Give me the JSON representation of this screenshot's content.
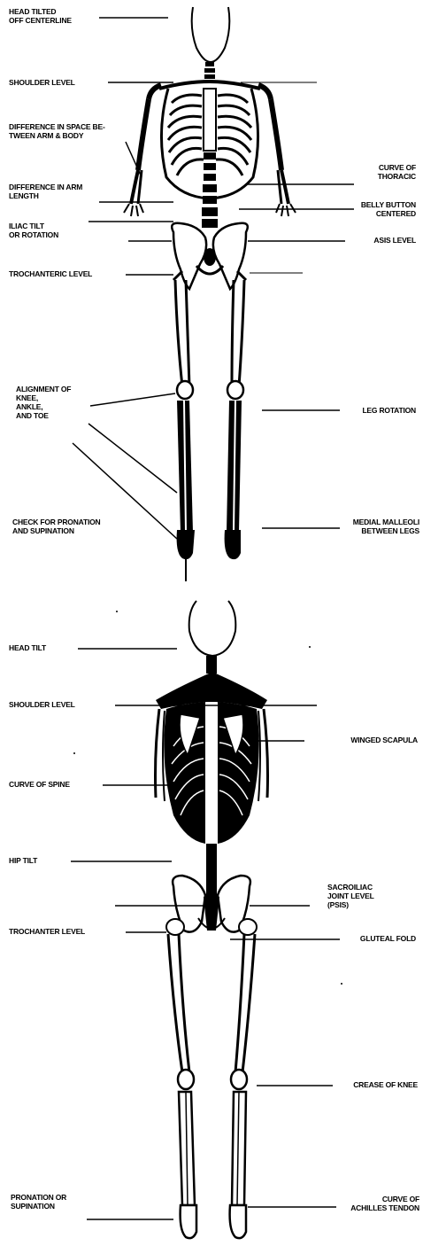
{
  "front_view": {
    "labels": {
      "head": "HEAD TILTED\nOFF CENTERLINE",
      "shoulder_level": "SHOULDER LEVEL",
      "arm_space": "DIFFERENCE IN SPACE BE-\nTWEEN ARM & BODY",
      "arm_length": "DIFFERENCE IN ARM\nLENGTH",
      "hip_tilt": "ILIAC TILT\nOR ROTATION",
      "trochanteric": "TROCHANTERIC LEVEL",
      "alignment": "ALIGNMENT OF\nKNEE,\nANKLE,\nAND TOE",
      "foot": "CHECK FOR PRONATION\nAND SUPINATION",
      "thoracic": "CURVE OF\nTHORACIC",
      "belly_button": "BELLY BUTTON\nCENTERED",
      "asis": "ASIS LEVEL",
      "leg_rotation": "LEG ROTATION",
      "malleoli": "MEDIAL MALLEOLI\nBETWEEN LEGS"
    }
  },
  "back_view": {
    "labels": {
      "head": "HEAD TILT",
      "shoulder_level": "SHOULDER LEVEL",
      "spine": "CURVE OF SPINE",
      "hip_tilt": "HIP TILT",
      "trochanter": "TROCHANTER LEVEL",
      "scapula": "WINGED SCAPULA",
      "sacroiliac": "SACROILIAC\nJOINT LEVEL\n(PSIS)",
      "gluteal": "GLUTEAL FOLD",
      "knee": "CREASE OF KNEE",
      "achilles": "CURVE OF\nACHILLES TENDON",
      "foot": "PRONATION OR\nSUPINATION"
    }
  }
}
